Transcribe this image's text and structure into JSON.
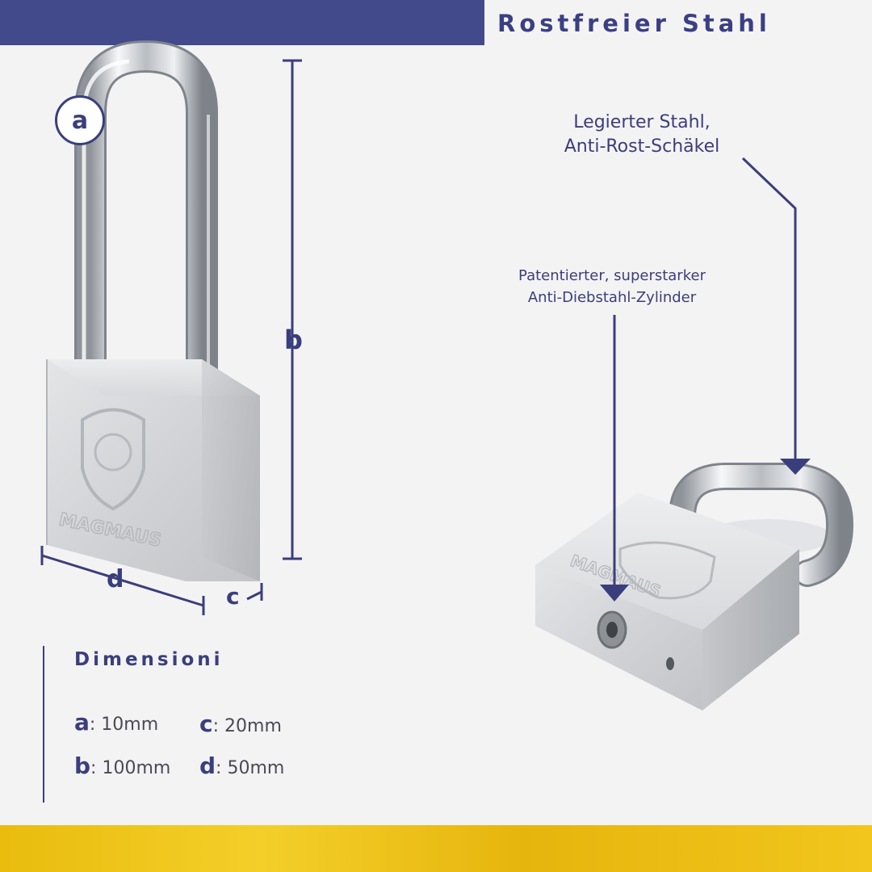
{
  "header": {
    "title": "Rostfreier Stahl"
  },
  "callouts": {
    "steel": [
      "Legierter Stahl,",
      "Anti-Rost-Schäkel"
    ],
    "cylinder": [
      "Patentierter, superstarker",
      "Anti-Diebstahl-Zylinder"
    ]
  },
  "dimension_labels": {
    "a": "a",
    "b": "b",
    "c": "c",
    "d": "d"
  },
  "product": {
    "brand_engraving": "MAGMAUS"
  },
  "dimensions": {
    "title": "Dimensioni",
    "items": [
      {
        "key": "a",
        "value": ": 10mm"
      },
      {
        "key": "c",
        "value": ": 20mm"
      },
      {
        "key": "b",
        "value": ": 100mm"
      },
      {
        "key": "d",
        "value": ": 50mm"
      }
    ]
  },
  "colors": {
    "brand_blue": "#434a8c",
    "text_blue": "#3b3e7c",
    "accent_yellow": "#f4cf29",
    "background": "#f3f3f4"
  }
}
